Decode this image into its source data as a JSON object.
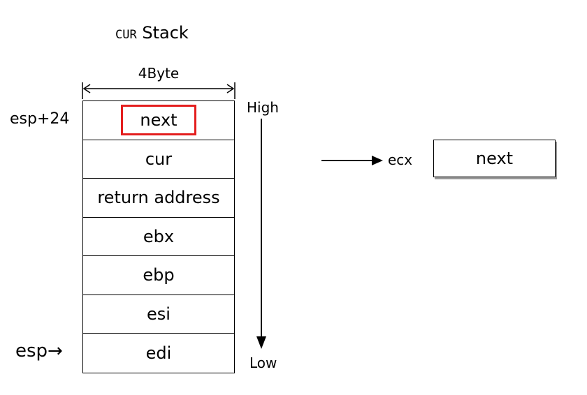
{
  "title": {
    "code": "CUR",
    "word": "Stack"
  },
  "width_label": "4Byte",
  "stack_cells": [
    "next",
    "cur",
    "return address",
    "ebx",
    "ebp",
    "esi",
    "edi"
  ],
  "left_labels": {
    "top": "esp+24",
    "bottom": "esp→"
  },
  "direction": {
    "high": "High",
    "low": "Low"
  },
  "register": {
    "name": "ecx",
    "value": "next"
  },
  "colors": {
    "highlight": "#e41e1e",
    "line": "#000000"
  }
}
